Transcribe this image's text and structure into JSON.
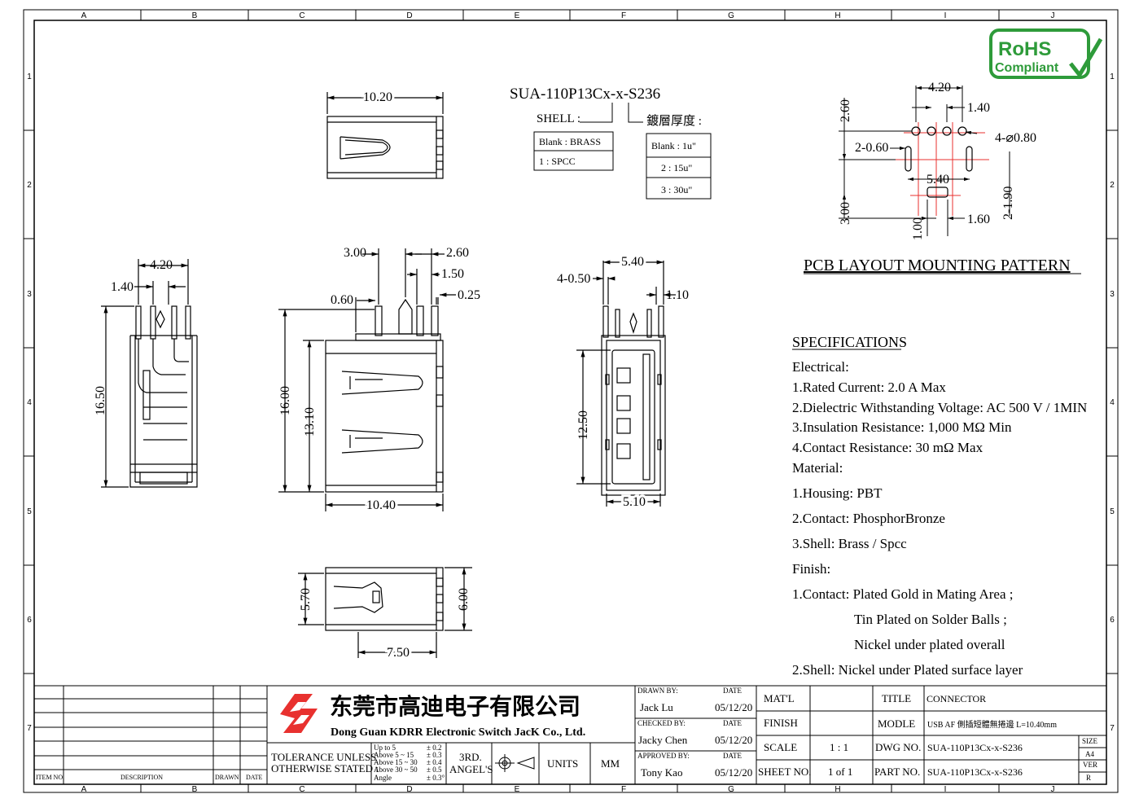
{
  "drawing": {
    "grid_cols": [
      "A",
      "B",
      "C",
      "D",
      "E",
      "F",
      "G",
      "H",
      "I",
      "J"
    ],
    "grid_rows": [
      "1",
      "2",
      "3",
      "4",
      "5",
      "6",
      "7"
    ],
    "part_label": "SUA-110P13Cx-x-S236",
    "shell_label": "SHELL :",
    "shell_options": [
      "Blank : BRASS",
      "1 : SPCC"
    ],
    "plating_label": "鍍層厚度 :",
    "plating_options": [
      "Blank : 1u\"",
      "2 : 15u\"",
      "3 : 30u\""
    ],
    "rohs": {
      "line1": "RoHS",
      "line2": "Compliant",
      "color": "#2e9b3a"
    },
    "pcb_title": "PCB LAYOUT MOUNTING PATTERN",
    "dims": {
      "top_width": "10.20",
      "front_420": "4.20",
      "front_140": "1.40",
      "front_1650": "16.50",
      "side_300": "3.00",
      "side_260": "2.60",
      "side_150": "1.50",
      "side_060": "0.60",
      "side_025": "0.25",
      "side_1600": "16.00",
      "side_1310": "13.10",
      "side_1040": "10.40",
      "end_540": "5.40",
      "end_4050": "4-0.50",
      "end_110": "1.10",
      "end_1250": "12.50",
      "end_510": "5.10",
      "bot_570": "5.70",
      "bot_600": "6.00",
      "bot_750": "7.50",
      "pcb_420": "4.20",
      "pcb_140": "1.40",
      "pcb_260": "2.60",
      "pcb_4080": "4-⌀0.80",
      "pcb_2060": "2-0.60",
      "pcb_540": "5.40",
      "pcb_300": "3.00",
      "pcb_100": "1.00",
      "pcb_160": "1.60",
      "pcb_2190": "2-1.90"
    }
  },
  "specs": {
    "heading": "SPECIFICATIONS",
    "electrical_label": "Electrical:",
    "electrical": [
      "1.Rated Current: 2.0 A Max",
      "2.Dielectric Withstanding Voltage: AC 500 V / 1MIN",
      "3.Insulation Resistance: 1,000 MΩ Min",
      "4.Contact Resistance: 30 mΩ Max"
    ],
    "material_label": "Material:",
    "material": [
      "1.Housing: PBT",
      "2.Contact: PhosphorBronze",
      "3.Shell: Brass / Spcc"
    ],
    "finish_label": "Finish:",
    "finish": [
      "1.Contact: Plated Gold in Mating Area ;",
      "Tin Plated on Solder Balls ;",
      "Nickel under plated overall",
      "2.Shell: Nickel under Plated surface layer"
    ]
  },
  "title_block": {
    "col_item": "ITEM NO.",
    "col_desc": "DESCRIPTION",
    "col_drawn": "DRAWN",
    "col_date": "DATE",
    "company_cn": "东莞市高迪电子有限公司",
    "company_en": "Dong Guan KDRR  Electronic Switch JacK Co., Ltd.",
    "logo_color": "#e8312f",
    "tolerance_line1": "TOLERANCE UNLESS",
    "tolerance_line2": "OTHERWISE STATED :",
    "tol_ranges": [
      "Up  to  5",
      "Above 5  ~ 15",
      "Above 15 ~ 30",
      "Above 30 ~ 50",
      "Angle"
    ],
    "tol_values": [
      "± 0.2",
      "± 0.3",
      "± 0.4",
      "± 0.5",
      "± 0.3°"
    ],
    "angle_line1": "3RD.",
    "angle_line2": "ANGEL'S",
    "units_label": "UNITS",
    "units_value": "MM",
    "drawn_by_label": "DRAWN BY:",
    "drawn_by": "Jack  Lu",
    "checked_by_label": "CHECKED BY:",
    "checked_by": "Jacky Chen",
    "approved_by_label": "APPROVED BY:",
    "approved_by": "Tony Kao",
    "date_label": "DATE",
    "date_value": "05/12/20",
    "matl_label": "MAT'L",
    "matl_value": "",
    "finish_label": "FINISH",
    "finish_value": "",
    "scale_label": "SCALE",
    "scale_value": "1 : 1",
    "sheet_label": "SHEET NO.",
    "sheet_value": "1 of 1",
    "title_label": "TITLE",
    "title_value": "CONNECTOR",
    "model_label": "MODLE",
    "model_value": "USB AF 側插短體無捲邊 L=10.40mm",
    "dwg_label": "DWG NO.",
    "dwg_value": "SUA-110P13Cx-x-S236",
    "part_label": "PART NO.",
    "part_value": "SUA-110P13Cx-x-S236",
    "size_label": "SIZE",
    "size_value": "A4",
    "ver_label": "VER",
    "ver_value": "R"
  }
}
